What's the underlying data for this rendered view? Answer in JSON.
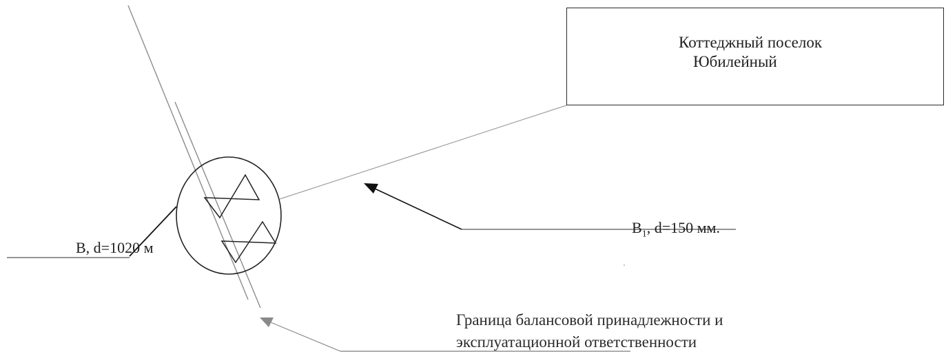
{
  "settlement": {
    "line1": "Коттеджный поселок",
    "line2": "Юбилейный"
  },
  "main_pipe": {
    "label": "В, d=1020 м"
  },
  "branch_pipe": {
    "label_prefix": "В",
    "label_sub": "1",
    "label_suffix": ", d=150 мм."
  },
  "boundary": {
    "line1": "Граница балансовой принадлежности и",
    "line2": "эксплуатационной ответственности"
  },
  "colors": {
    "ink": "#1f1f1f",
    "thin_line": "#9a9a9a",
    "background": "#ffffff"
  }
}
